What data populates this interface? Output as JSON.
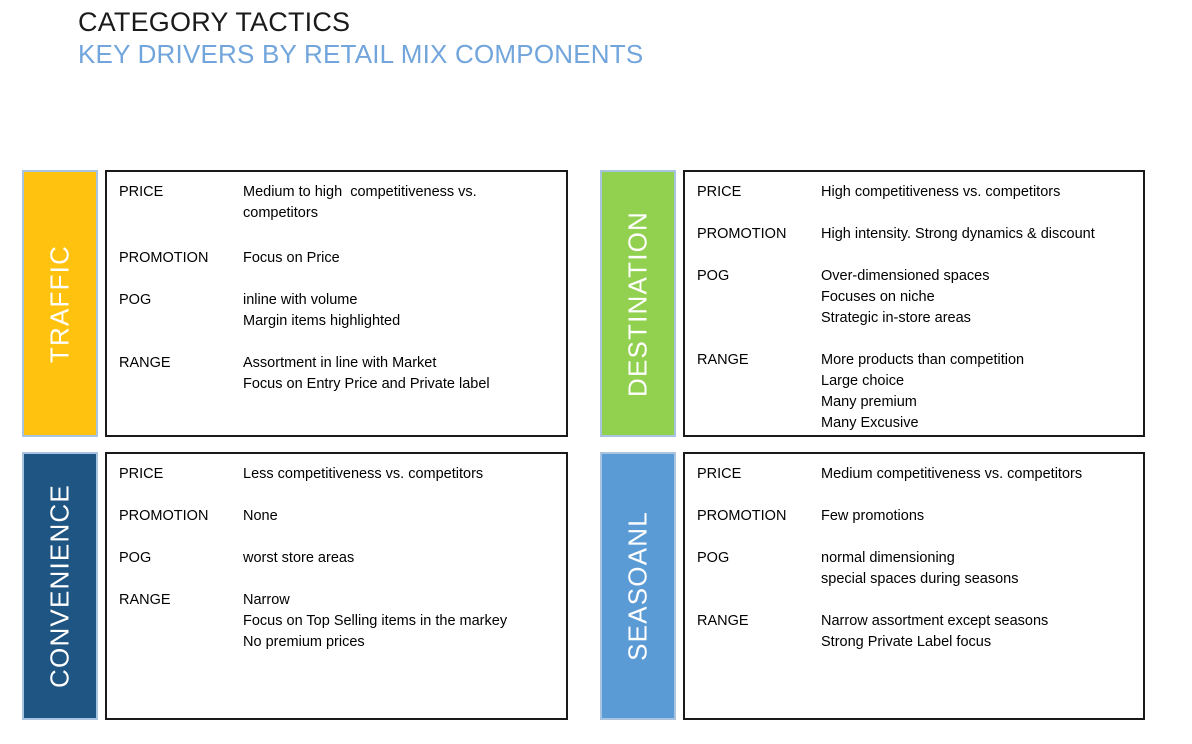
{
  "header": {
    "title": "CATEGORY TACTICS",
    "subtitle": "KEY DRIVERS BY RETAIL MIX COMPONENTS",
    "title_color": "#1a1a1a",
    "subtitle_color": "#71a5dc"
  },
  "quadrants": [
    {
      "name": "TRAFFIC",
      "tab_color": "#ffc20e",
      "tab_border_color": "#a9c4e0",
      "position": "top-left",
      "rows": [
        {
          "key": "PRICE",
          "values": [
            "Medium to high  competitiveness vs.",
            "competitors"
          ],
          "gap_after": 24
        },
        {
          "key": "PROMOTION",
          "values": [
            "Focus on Price"
          ],
          "gap_after": 21
        },
        {
          "key": "POG",
          "values": [
            "inline with volume",
            "Margin items highlighted"
          ],
          "gap_after": 21
        },
        {
          "key": "RANGE",
          "values": [
            "Assortment in line with Market",
            "Focus on Entry Price and Private label"
          ],
          "gap_after": 0
        }
      ]
    },
    {
      "name": "DESTINATION",
      "tab_color": "#92d050",
      "tab_border_color": "#a9c4e0",
      "position": "top-right",
      "rows": [
        {
          "key": "PRICE",
          "values": [
            "High competitiveness vs. competitors"
          ],
          "gap_after": 21
        },
        {
          "key": "PROMOTION",
          "values": [
            "High intensity. Strong dynamics & discount"
          ],
          "gap_after": 21
        },
        {
          "key": "POG",
          "values": [
            "Over-dimensioned spaces",
            "Focuses on niche",
            "Strategic in-store areas"
          ],
          "gap_after": 21
        },
        {
          "key": "RANGE",
          "values": [
            "More products than competition",
            "Large choice",
            "Many premium",
            "Many Excusive"
          ],
          "gap_after": 0
        }
      ]
    },
    {
      "name": "CONVENIENCE",
      "tab_color": "#1f5582",
      "tab_border_color": "#a9c4e0",
      "position": "bottom-left",
      "rows": [
        {
          "key": "PRICE",
          "values": [
            "Less competitiveness vs. competitors"
          ],
          "gap_after": 21
        },
        {
          "key": "PROMOTION",
          "values": [
            "None"
          ],
          "gap_after": 21
        },
        {
          "key": "POG",
          "values": [
            "worst store areas"
          ],
          "gap_after": 21
        },
        {
          "key": "RANGE",
          "values": [
            "Narrow",
            "Focus on Top Selling items in the markey",
            "No premium prices"
          ],
          "gap_after": 0
        }
      ]
    },
    {
      "name": "SEASOANL",
      "tab_color": "#5b9bd5",
      "tab_border_color": "#a9c4e0",
      "position": "bottom-right",
      "rows": [
        {
          "key": "PRICE",
          "values": [
            "Medium competitiveness vs. competitors"
          ],
          "gap_after": 21
        },
        {
          "key": "PROMOTION",
          "values": [
            "Few promotions"
          ],
          "gap_after": 21
        },
        {
          "key": "POG",
          "values": [
            "normal dimensioning",
            "special spaces during seasons"
          ],
          "gap_after": 21
        },
        {
          "key": "RANGE",
          "values": [
            "Narrow assortment except seasons",
            "Strong Private Label focus"
          ],
          "gap_after": 0
        }
      ]
    }
  ]
}
